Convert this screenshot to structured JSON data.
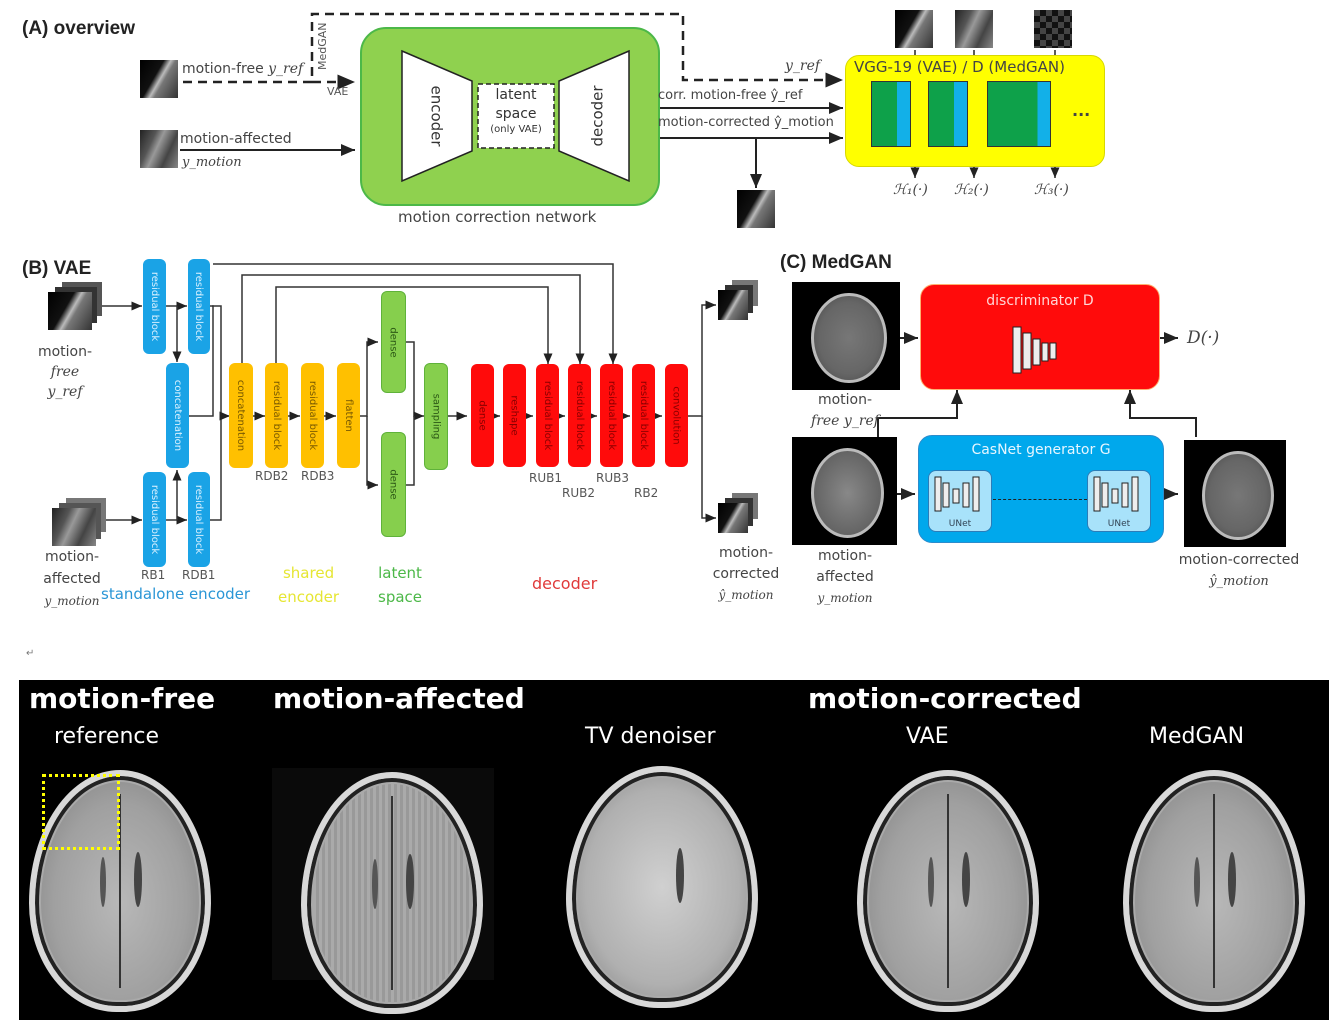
{
  "panel_a": {
    "title": "(A) overview",
    "input_free": "motion-free",
    "input_free_math": "y_ref",
    "input_affected": "motion-affected",
    "input_affected_math": "y_motion",
    "medgan_tag": "MedGAN",
    "vae_tag": "VAE",
    "encoder": "encoder",
    "latent_line1": "latent",
    "latent_line2": "space",
    "latent_line3": "(only VAE)",
    "decoder": "decoder",
    "network_caption": "motion correction network",
    "yref_label": "y_ref",
    "corr_free_label": "corr. motion-free ŷ_ref",
    "corrected_label": "motion-corrected ŷ_motion",
    "vgg_title": "VGG-19 (VAE) / D (MedGAN)",
    "ellipsis": "...",
    "features": [
      "ℋ₁(·)",
      "ℋ₂(·)",
      "ℋ₃(·)"
    ]
  },
  "panel_b": {
    "title": "(B) VAE",
    "input_free_line1": "motion-",
    "input_free_line2": "free y_ref",
    "input_affected_line1": "motion-",
    "input_affected_line2": "affected",
    "input_affected_line3": "y_motion",
    "blocks": {
      "rb_top": "residual block",
      "rdb_top": "residual block",
      "concat_standalone": "concatenation",
      "rb_bottom": "residual block",
      "rdb_bottom": "residual block",
      "concat_shared": "concatenation",
      "rdb2": "residual block",
      "rdb3": "residual block",
      "flatten": "flatten",
      "dense_top": "dense",
      "dense_bottom": "dense",
      "sampling": "sampling",
      "dec_dense": "dense",
      "reshape": "reshape",
      "rub1": "residual block",
      "rub2": "residual block",
      "rub3": "residual block",
      "rb2": "residual block",
      "convolution": "convolution"
    },
    "tags": {
      "rb1": "RB1",
      "rdb1": "RDB1",
      "rdb2": "RDB2",
      "rdb3": "RDB3",
      "rub1": "RUB1",
      "rub2": "RUB2",
      "rub3": "RUB3",
      "rb2": "RB2"
    },
    "groups": {
      "standalone": "standalone encoder",
      "shared_line1": "shared",
      "shared_line2": "encoder",
      "latent_line1": "latent",
      "latent_line2": "space",
      "decoder": "decoder"
    },
    "output_line1": "motion-",
    "output_line2": "corrected",
    "output_line3": "ŷ_motion"
  },
  "panel_c": {
    "title": "(C) MedGAN",
    "discriminator": "discriminator D",
    "d_output": "D(·)",
    "generator": "CasNet generator G",
    "unet1": "UNet",
    "unet2": "UNet",
    "free_line1": "motion-",
    "free_line2": "free y_ref",
    "affected_line1": "motion-",
    "affected_line2": "affected",
    "affected_line3": "y_motion",
    "corrected_line1": "motion-corrected",
    "corrected_line2": "ŷ_motion"
  },
  "paragraph_mark": "↵",
  "results": {
    "group_free": "motion-free",
    "group_affected": "motion-affected",
    "group_corrected": "motion-corrected",
    "columns": [
      "reference",
      "",
      "TV denoiser",
      "VAE",
      "MedGAN"
    ],
    "highlight_color": "#ffff00"
  },
  "colors": {
    "network_green": "#8fd14f",
    "vgg_yellow": "#ffff00",
    "encoder_blue": "#1aa3e6",
    "shared_orange": "#ffc000",
    "latent_green": "#86cf4d",
    "decoder_red": "#ff0b0b"
  }
}
